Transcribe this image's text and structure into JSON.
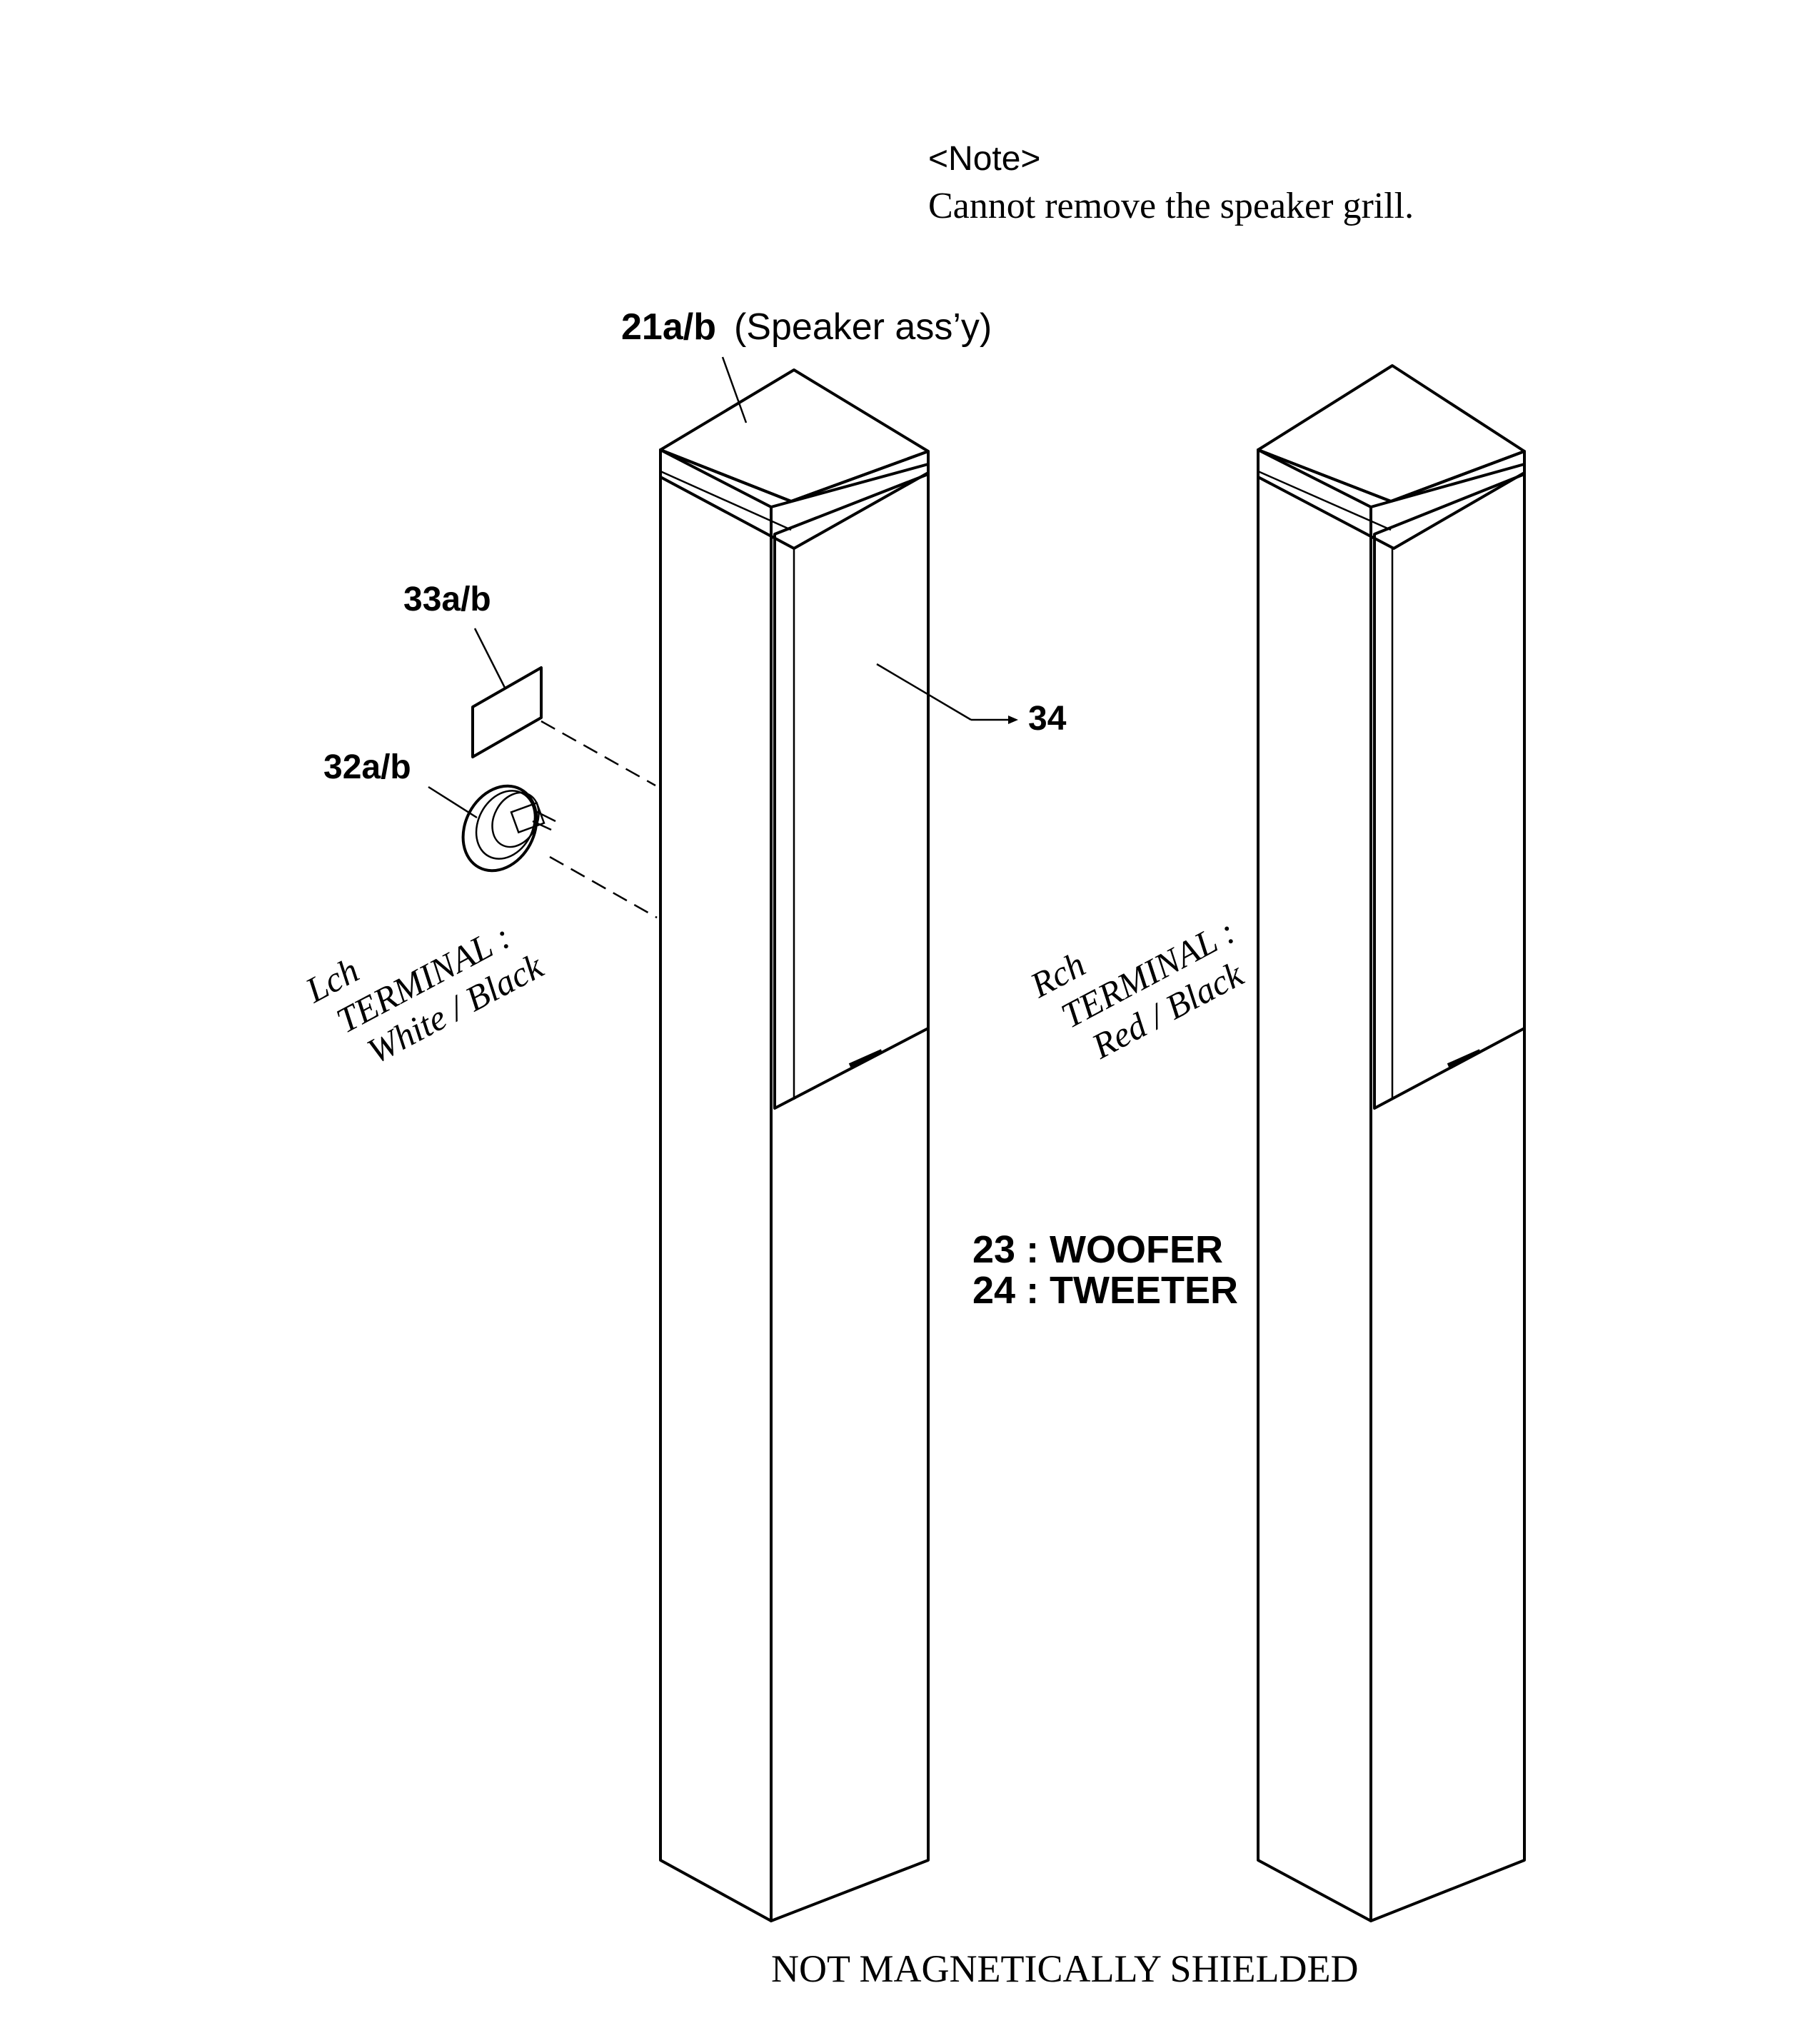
{
  "note": {
    "heading": "<Note>",
    "text": "Cannot remove the speaker grill."
  },
  "labels": {
    "speaker_assy_number": "21a/b",
    "speaker_assy_name": "(Speaker ass’y)",
    "part_33": "33a/b",
    "part_32": "32a/b",
    "part_34": "34",
    "woofer": "23 : WOOFER",
    "tweeter": "24 : TWEETER"
  },
  "left_terminal": {
    "line1": "Lch",
    "line2": "TERMINAL :",
    "line3": "White / Black"
  },
  "right_terminal": {
    "line1": "Rch",
    "line2": "TERMINAL :",
    "line3": "Red / Black"
  },
  "footer": "NOT MAGNETICALLY SHIELDED",
  "colors": {
    "line": "#000000",
    "grill": "#8a8a8a",
    "background": "#ffffff"
  }
}
